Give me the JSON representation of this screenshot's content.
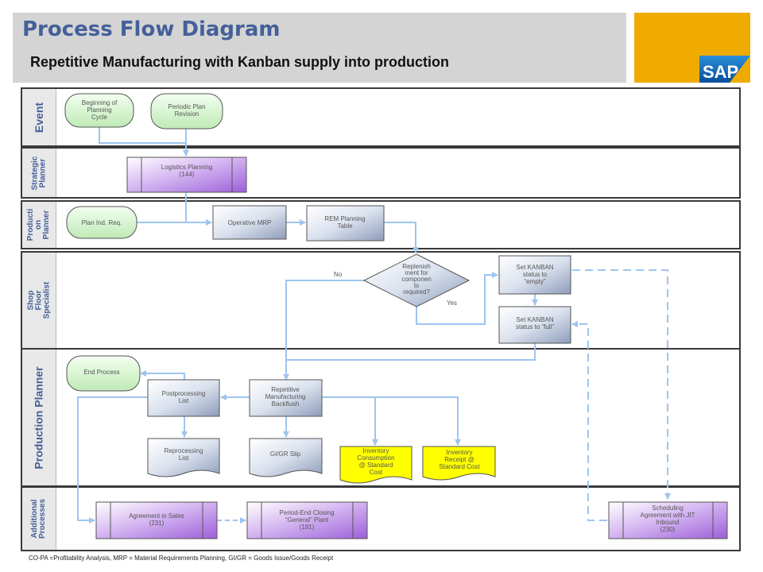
{
  "header": {
    "title": "Process Flow Diagram",
    "subtitle": "Repetitive Manufacturing with Kanban supply into production",
    "logo": "SAP"
  },
  "lanes": {
    "event": "Event",
    "strategic": "Strategic Planner",
    "production_on": "Producti on Planner",
    "shop_floor": "Shop Floor Specialist",
    "production_planner": "Production Planner",
    "additional": "Additional Processes"
  },
  "nodes": {
    "beginning": [
      "Beginning of",
      "Planning",
      "Cycle"
    ],
    "periodic": [
      "Periodic Plan",
      "Revision"
    ],
    "logistics": [
      "Logistics Planning",
      "(144)"
    ],
    "plan_ind": [
      "Plan Ind. Req."
    ],
    "operative_mrp": [
      "Operative MRP"
    ],
    "rem_table": [
      "REM Planning",
      "Table"
    ],
    "decision": [
      "Replenish",
      "ment for",
      "componen",
      "ts",
      "required?"
    ],
    "set_empty": [
      "Set KANBAN",
      "status to",
      "“empty”"
    ],
    "set_full": [
      "Set KANBAN",
      "status to   “full”"
    ],
    "end_process": [
      "End Process"
    ],
    "postprocessing": [
      "Postprocessing",
      "List"
    ],
    "backflush": [
      "Repetitive",
      "Manufacturing",
      "Backflush"
    ],
    "reprocessing": [
      "Reprocessing",
      "List"
    ],
    "gigr_slip": [
      "GI/GR Slip"
    ],
    "inv_consumption": [
      "Inventory",
      "Consumption",
      "@ Standard",
      "Cost"
    ],
    "inv_receipt": [
      "Inventory",
      "Receipt @",
      "Standard Cost"
    ],
    "agreement_sales": [
      "Agreement in Sales",
      "(231)"
    ],
    "period_end": [
      "Period-End Closing",
      "“General” Plant",
      "(181)"
    ],
    "scheduling": [
      "Scheduling",
      "Agreement with JIT",
      "Inbound",
      "(230)"
    ]
  },
  "labels": {
    "no": "No",
    "yes": "Yes"
  },
  "footnote": "CO-PA =Profitability Analysis, MRP = Material Requirements Planning, GI/GR = Goods Issue/Goods Receipt",
  "colors": {
    "title": "#44609a",
    "event_fill": "#d9f5d4",
    "process_fill": "#e2e8f2",
    "subprocess_fill": "#c9a0ec",
    "doc_yellow": "#ffff00",
    "arrow": "#9ec5ee",
    "lane_border": "#3a3a3a",
    "logo_bg": "#f0ab00"
  }
}
